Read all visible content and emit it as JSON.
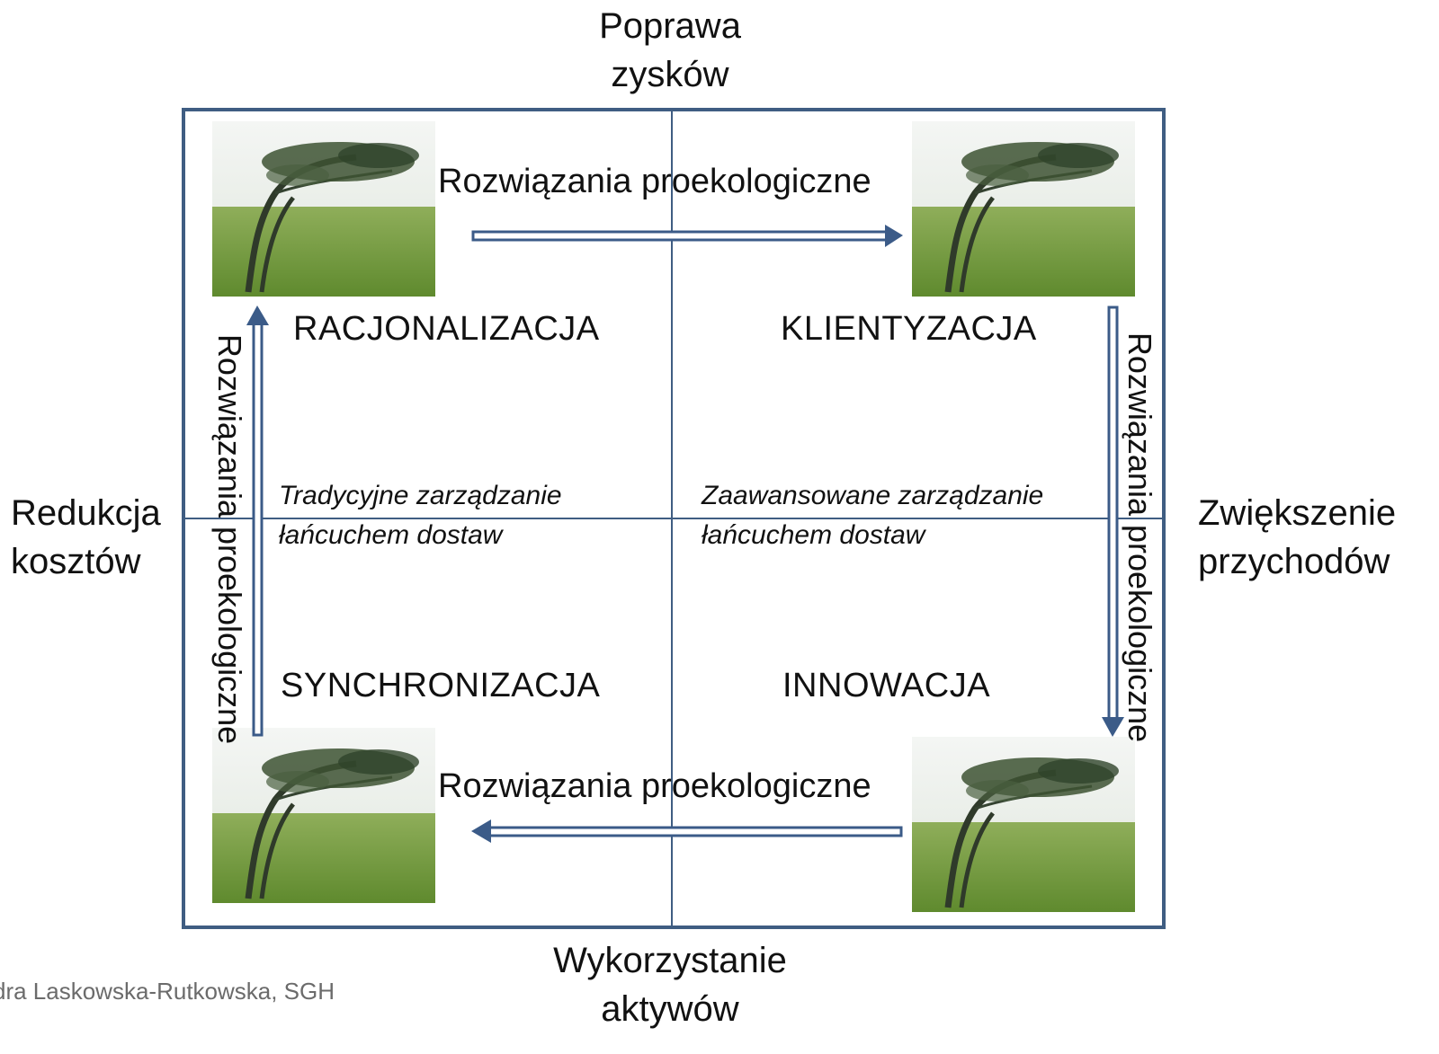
{
  "axes": {
    "top": [
      "Poprawa",
      "zysków"
    ],
    "bottom": [
      "Wykorzystanie",
      "aktywów"
    ],
    "left": [
      "Redukcja",
      "kosztów"
    ],
    "right": [
      "Zwiększenie",
      "przychodów"
    ]
  },
  "quadrants": {
    "top_left": "RACJONALIZACJA",
    "top_right": "KLIENTYZACJA",
    "bottom_left": "SYNCHRONIZACJA",
    "bottom_right": "INNOWACJA"
  },
  "notes": {
    "left": [
      "Tradycyjne zarządzanie",
      "łańcuchem dostaw"
    ],
    "right": [
      "Zaawansowane zarządzanie",
      "łańcuchem dostaw"
    ]
  },
  "flows": {
    "top": "Rozwiązania proekologiczne",
    "bottom": "Rozwiązania proekologiczne",
    "left": "Rozwiązania proekologiczne",
    "right": "Rozwiązania proekologiczne"
  },
  "footer": "dra Laskowska-Rutkowska, SGH",
  "images": [
    "windswept-tree",
    "windswept-tree",
    "windswept-tree",
    "windswept-tree"
  ],
  "colors": {
    "frame": "#3f5d82",
    "arrow": "#3b5b88",
    "grass": "#6f9a3a"
  }
}
